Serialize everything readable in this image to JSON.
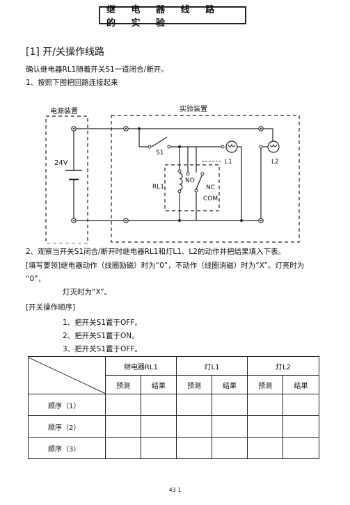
{
  "page": {
    "title": "继 电 器 线 路 的 实 验",
    "section_title": "[1] 开/关操作线路",
    "intro": "确认继电器RL1随着开关S1一道闭合/断开。",
    "step1": "1、按照下图把回路连接起来",
    "step2": "2、观察当开关S1闭合/断开时继电器RL1和灯L1、L2的动作并把结果填入下表。",
    "note_line1": "[填写要领]继电器动作（线圈励磁）时为“0”，不动作（线圈消磁）时为“X”。灯亮时为",
    "note_line2": "“0”，",
    "note_line3": "灯灭时为“X”。",
    "order_heading": "[开关操作顺序]",
    "order_items": [
      "1、把开关S1置于OFF。",
      "2、把开关S1置于ON。",
      "3、把开关S1置于OFF。"
    ],
    "page_number": "43 1"
  },
  "diagram": {
    "power_label": "电源装置",
    "experiment_label": "实验装置",
    "voltage_label": "24V",
    "s1_label": "S1",
    "l1_label": "L1",
    "l2_label": "L2",
    "rl1_label": "RL1",
    "no_label": "NO",
    "nc_label": "NC",
    "com_label": "COM"
  },
  "table": {
    "group_headers": [
      "继电器RL1",
      "灯L1",
      "灯L2"
    ],
    "sub_headers": [
      "预测",
      "结果",
      "预测",
      "结果",
      "预测",
      "结果"
    ],
    "rows": [
      "顺序（1）",
      "顺序（2）",
      "顺序（3）"
    ]
  }
}
